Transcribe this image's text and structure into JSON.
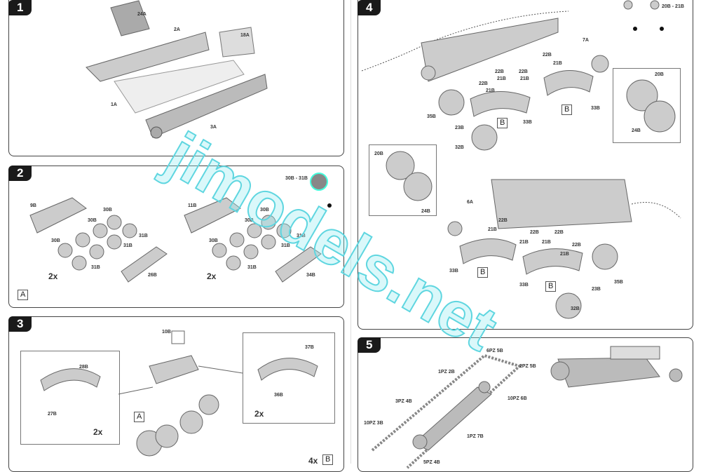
{
  "watermark": "jimodels.net",
  "step1": {
    "number": "1",
    "labels": [
      "24A",
      "2A",
      "18A",
      "1A",
      "3A"
    ]
  },
  "step2": {
    "number": "2",
    "paint_ref": "30B - 31B",
    "box": "A",
    "left_labels": [
      "9B",
      "30B",
      "30B",
      "31B",
      "30B",
      "31B",
      "31B",
      "26B"
    ],
    "right_labels": [
      "11B",
      "30B",
      "30B",
      "31B",
      "30B",
      "31B",
      "31B",
      "34B"
    ],
    "left_mult": "2x",
    "right_mult": "2x"
  },
  "step3": {
    "number": "3",
    "labels": [
      "10B",
      "28B",
      "27B",
      "37B",
      "36B"
    ],
    "left_mult": "2x",
    "right_mult": "2x",
    "box": "A",
    "bottom_mult": "4x",
    "bottom_box": "B"
  },
  "step4": {
    "number": "4",
    "paint_ref": "20B - 21B",
    "top_labels": [
      "7A",
      "22B",
      "21B",
      "22B",
      "21B",
      "22B",
      "21B",
      "22B",
      "21B",
      "35B",
      "23B",
      "33B",
      "33B",
      "32B",
      "20B",
      "24B"
    ],
    "top_boxes": [
      "B",
      "B"
    ],
    "bottom_labels": [
      "20B",
      "24B",
      "6A",
      "22B",
      "21B",
      "22B",
      "21B",
      "22B",
      "21B",
      "22B",
      "21B",
      "33B",
      "33B",
      "23B",
      "35B",
      "32B"
    ],
    "bottom_boxes": [
      "B",
      "B"
    ]
  },
  "step5": {
    "number": "5",
    "labels": [
      "6PZ 5B",
      "1PZ 2B",
      "2PZ 5B",
      "3PZ 4B",
      "10PZ 6B",
      "10PZ 3B",
      "1PZ 7B",
      "5PZ 4B"
    ]
  }
}
